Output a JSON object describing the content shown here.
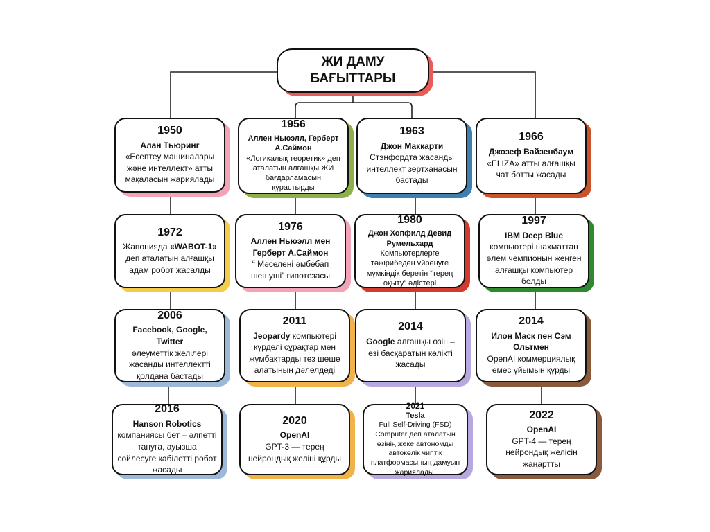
{
  "title": {
    "line1": "ЖИ ДАМУ",
    "line2": "БАҒЫТТАРЫ"
  },
  "cards": [
    {
      "year": "1950",
      "who": "Алан Тьюринг",
      "desc": "«Есептеу машиналары және интеллект» атты мақаласын жариялады",
      "accent": "#f2a3b8"
    },
    {
      "year": "1956",
      "who": "Аллен  Ньюэлл, Герберт А.Саймон",
      "desc": "«Логикалық теоретик» деп аталатын алғашқы ЖИ бағдарламасын құрастырды",
      "accent": "#8db04b"
    },
    {
      "year": "1963",
      "who": "Джон Маккарти",
      "desc": "Стэнфордта жасанды интеллект зертханасын бастады",
      "accent": "#3e7fb0"
    },
    {
      "year": "1966",
      "who": "Джозеф Вайзенбаум",
      "desc": "«ELIZA» атты алғашқы чат ботты жасады",
      "accent": "#c9542c"
    },
    {
      "year": "1972",
      "desc_pre": "Жапонияда ",
      "desc_bold": "«WABOT-1»",
      "desc_post": " деп аталатын алғашқы адам робот жасалды",
      "accent": "#f4cc47"
    },
    {
      "year": "1976",
      "who": "Аллен Ньюэлл мен Герберт А.Саймон",
      "desc": "“ Мәселені әмбебап шешуші” гипотезасы",
      "accent": "#f2a3b8"
    },
    {
      "year": "1980",
      "who": "Джон Хопфилд Девид Румельхард",
      "desc": "Компьютерлерге тәжірибеден үйренуге  мүмкіндік беретін “терең оқыту” әдістері",
      "accent": "#d23a2e"
    },
    {
      "year": "1997",
      "desc_bold": "IBM Deep Blue",
      "desc_post": " компьютері шахматтан әлем чемпионын жеңген алғашқы компьютер болды",
      "accent": "#2f8a2f"
    },
    {
      "year": "2006",
      "who": "Facebook, Google, Twitter",
      "desc": "әлеуметтік желілері жасанды интеллектті қолдана бастады",
      "accent": "#9eb8d8"
    },
    {
      "year": "2011",
      "desc_bold": "Jeopardy",
      "desc_post": " компьютері күрделі сұрақтар мен жұмбақтарды тез шеше алатынын дәлелдеді",
      "accent": "#f2b24a"
    },
    {
      "year": "2014",
      "desc_bold": "Google",
      "desc_post": " алғашқы өзін – өзі басқаратын көлікті жасады",
      "accent": "#b7a9e0"
    },
    {
      "year": "2014",
      "who": "Илон Маск пен Сэм Ольтмен",
      "desc": "OpenAI коммерциялық емес ұйымын құрды",
      "accent": "#8a5a3c"
    },
    {
      "year": "2016",
      "who": "Hanson Robotics",
      "desc": "компаниясы бет – әлпетті тануға, ауызша сөйлесуге қабілетті робот жасады",
      "accent": "#9eb8d8"
    },
    {
      "year": "2020",
      "who": "OpenAI",
      "desc": "GPT-3 — терең нейрондық желіні құрды",
      "accent": "#f2b24a"
    },
    {
      "year": "2021",
      "who": "Tesla",
      "desc": "Full Self-Driving (FSD) Computer деп аталатын өзінің жеке автономды автокөлік чиптік платформасының дамуын жариялады.",
      "accent": "#b7a9e0"
    },
    {
      "year": "2022",
      "who": "OpenAI",
      "desc": "GPT-4 — терең нейрондық желісін жаңартты",
      "accent": "#8a5a3c"
    }
  ]
}
